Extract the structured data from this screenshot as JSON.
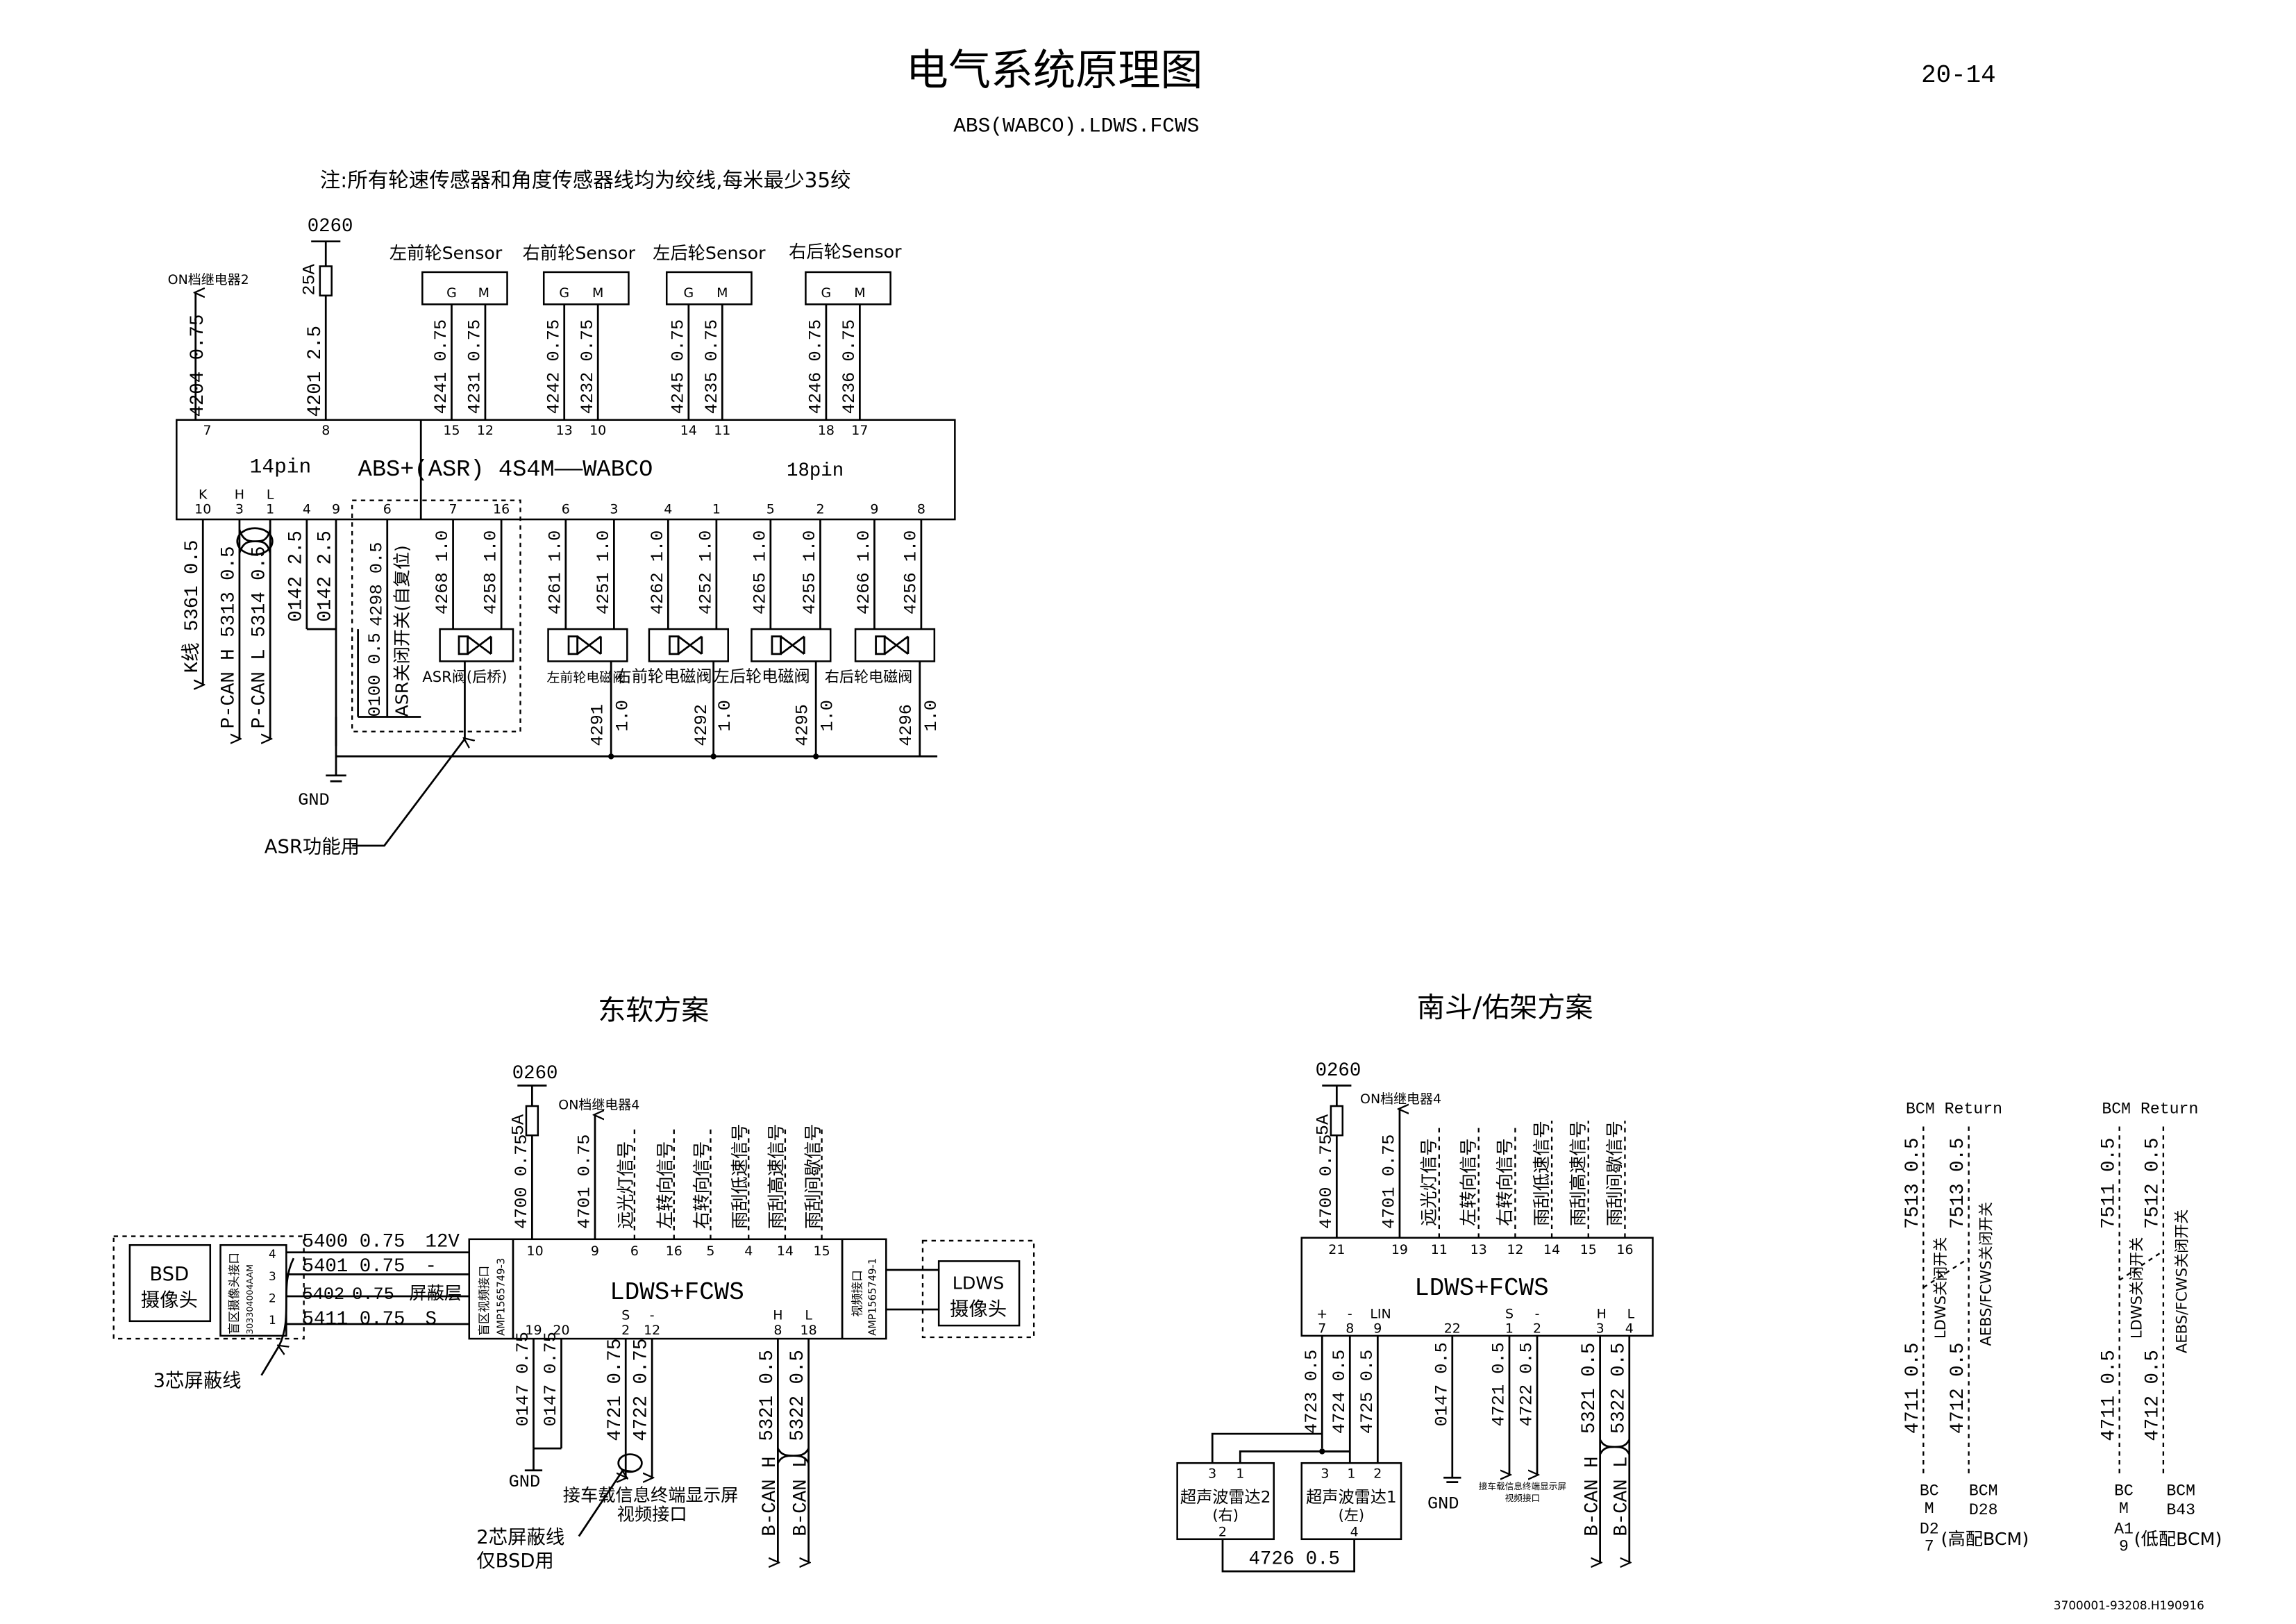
{
  "sheet": {
    "title": "电气系统原理图",
    "page_no": "20-14",
    "subtitle": "ABS(WABCO).LDWS.FCWS",
    "note": "注:所有轮速传感器和角度传感器线均为绞线,每米最少35绞",
    "doc_code": "3700001-93208.H190916"
  },
  "abs": {
    "ecu_label": "ABS+(ASR) 4S4M——WABCO",
    "conn14": "14pin",
    "conn18": "18pin",
    "fuse_src": "0260",
    "fuse": "25A",
    "on_relay2": "ON档继电器2",
    "pins_top": [
      "7",
      "8",
      "15",
      "12",
      "13",
      "10",
      "14",
      "11",
      "18",
      "17"
    ],
    "pins_bottom": [
      "10",
      "3",
      "1",
      "4",
      "9",
      "6",
      "7",
      "16",
      "6",
      "3",
      "4",
      "1",
      "5",
      "2",
      "9",
      "8"
    ],
    "pin_letters": [
      "K",
      "H",
      "L"
    ],
    "sensor_gm": [
      "G",
      "M"
    ],
    "sensors": [
      "左前轮Sensor",
      "右前轮Sensor",
      "左后轮Sensor",
      "右后轮Sensor"
    ],
    "top_wires": [
      "4204 0.75",
      "4201 2.5",
      "4241 0.75",
      "4231 0.75",
      "4242 0.75",
      "4232 0.75",
      "4245 0.75",
      "4235 0.75",
      "4246 0.75",
      "4236 0.75"
    ],
    "bottom_wires": [
      "K线 5361 0.5",
      "P-CAN H 5313 0.5",
      "P-CAN L 5314 0.5",
      "0142 2.5",
      "0142 2.5",
      "0100 0.5",
      "4298 0.5",
      "4268 1.0",
      "4258 1.0",
      "4261 1.0",
      "4251 1.0",
      "4262 1.0",
      "4252 1.0",
      "4265 1.0",
      "4255 1.0",
      "4266 1.0",
      "4256 1.0"
    ],
    "asr_switch": "ASR关闭开关(自复位)",
    "asr_valve": "ASR阀(后桥)",
    "valves": [
      "左前轮电磁阀",
      "右前轮电磁阀",
      "左后轮电磁阀",
      "右后轮电磁阀"
    ],
    "return_wires": [
      "4291",
      "4292",
      "4295",
      "4296"
    ],
    "return_gauge": "1.0",
    "gnd": "GND",
    "asr_use": "ASR功能用"
  },
  "neusoft": {
    "heading": "东软方案",
    "fuse_src": "0260",
    "fuse": "5A",
    "on_relay4": "ON档继电器4",
    "unit": "LDWS+FCWS",
    "top_wires": [
      "4700 0.75",
      "4701 0.75"
    ],
    "signals": [
      "远光灯信号",
      "左转向信号",
      "右转向信号",
      "雨刮低速信号",
      "雨刮高速信号",
      "雨刮间歇信号"
    ],
    "pins_top": [
      "10",
      "9",
      "6",
      "16",
      "5",
      "4",
      "14",
      "15"
    ],
    "pins_bottom": [
      "19",
      "20",
      "2",
      "12",
      "8",
      "18"
    ],
    "pin_marks": [
      "S",
      "-",
      "H",
      "L"
    ],
    "left_conn": "盲区视频接口",
    "left_conn_pn": "AMP1565749-3",
    "right_conn": "视频接口",
    "right_conn_pn": "AMP1565749-1",
    "bsd_cam": [
      "BSD",
      "摄像头"
    ],
    "bsd_conn_label": "盲区摄像头接口",
    "bsd_conn_pn": "303304004AAM",
    "bsd_pins": [
      "4",
      "3",
      "2",
      "1"
    ],
    "ldws_cam": [
      "LDWS",
      "摄像头"
    ],
    "bsd_wires": [
      {
        "no": "5400",
        "g": "0.75",
        "sig": "12V"
      },
      {
        "no": "5401",
        "g": "0.75",
        "sig": "-"
      },
      {
        "no": "5402",
        "g": "0.75",
        "sig": "屏蔽层"
      },
      {
        "no": "5411",
        "g": "0.75",
        "sig": "S"
      }
    ],
    "bottom_wires": [
      "0147 0.75",
      "0147 0.75",
      "4721 0.75",
      "4722 0.75",
      "5321 0.5",
      "5322 0.5"
    ],
    "shield3": "3芯屏蔽线",
    "gnd": "GND",
    "display": [
      "接车载信息终端显示屏",
      "视频接口"
    ],
    "shield2": [
      "2芯屏蔽线",
      "仅BSD用"
    ],
    "bcan": [
      "B-CAN H",
      "B-CAN L"
    ]
  },
  "nandou": {
    "heading": "南斗/佑架方案",
    "fuse_src": "0260",
    "fuse": "5A",
    "on_relay4": "ON档继电器4",
    "unit": "LDWS+FCWS",
    "top_wires": [
      "4700 0.75",
      "4701 0.75"
    ],
    "signals": [
      "远光灯信号",
      "左转向信号",
      "右转向信号",
      "雨刮低速信号",
      "雨刮高速信号",
      "雨刮间歇信号"
    ],
    "pins_top": [
      "21",
      "19",
      "11",
      "13",
      "12",
      "14",
      "15",
      "16"
    ],
    "pins_bottom": [
      "7",
      "8",
      "9",
      "22",
      "1",
      "2",
      "3",
      "4"
    ],
    "pin_marks": [
      "+",
      "-",
      "LIN",
      "S",
      "-",
      "H",
      "L"
    ],
    "bottom_wires": [
      "4723 0.5",
      "4724 0.5",
      "4725 0.5",
      "0147 0.5",
      "4721 0.5",
      "4722 0.5",
      "5321 0.5",
      "5322 0.5"
    ],
    "radar2": {
      "name": "超声波雷达2",
      "side": "(右)",
      "pins": [
        "3",
        "1",
        "2"
      ]
    },
    "radar1": {
      "name": "超声波雷达1",
      "side": "(左)",
      "pins": [
        "3",
        "1",
        "2",
        "4"
      ]
    },
    "radar_link": "4726 0.5",
    "gnd": "GND",
    "display": [
      "接车载信息终端显示屏",
      "视频接口"
    ],
    "bcan": [
      "B-CAN H",
      "B-CAN L"
    ]
  },
  "bcm_high": {
    "header": "BCM Return",
    "wires": [
      "4711 0.5",
      "4712 0.5",
      "7513 0.5",
      "7513 0.5"
    ],
    "sw1": "LDWS关闭开关",
    "sw2": "AEBS/FCWS关闭开关",
    "bcm": [
      "BC",
      "M",
      "D2",
      "7"
    ],
    "bcm2": [
      "BCM",
      "D28"
    ],
    "cfg": "(高配BCM)"
  },
  "bcm_low": {
    "header": "BCM Return",
    "wires": [
      "4711 0.5",
      "4712 0.5",
      "7511 0.5",
      "7512 0.5"
    ],
    "sw1": "LDWS关闭开关",
    "sw2": "AEBS/FCWS关闭开关",
    "bcm": [
      "BC",
      "M",
      "A1",
      "9"
    ],
    "bcm2": [
      "BCM",
      "B43"
    ],
    "cfg": "(低配BCM)"
  }
}
